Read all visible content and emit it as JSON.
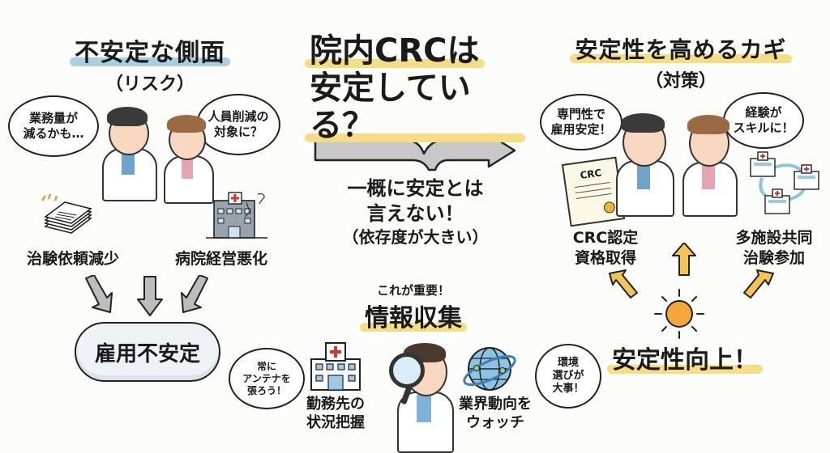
{
  "left": {
    "title": "不安定な側面",
    "subtitle": "（リスク）",
    "bubble_left": [
      "業務量が",
      "減るかも…"
    ],
    "bubble_right": [
      "人員削減の",
      "対象に？"
    ],
    "factor_1": "治験依頼減少",
    "factor_2": "病院経営悪化",
    "result": "雇用不安定",
    "underline_color": "#a9cfe0"
  },
  "center": {
    "main_title_line1": "院内CRCは",
    "main_title_line2": "安定している？",
    "answer_line1": "一概に安定とは",
    "answer_line2": "言えない！",
    "answer_line3": "（依存度が大きい）",
    "important_label": "これが重要！",
    "info_title": "情報収集",
    "bubble_left": [
      "常に",
      "アンテナを",
      "張ろう！"
    ],
    "bubble_right": [
      "環境",
      "選びが",
      "大事！"
    ],
    "info_item_1": [
      "勤務先の",
      "状況把握"
    ],
    "info_item_2": [
      "業界動向を",
      "ウォッチ"
    ],
    "highlight_color": "#f6dc85",
    "arrow_color": "#c8c8c8"
  },
  "right": {
    "title": "安定性を高めるカギ",
    "subtitle": "（対策）",
    "bubble_left": [
      "専門性で",
      "雇用安定！"
    ],
    "bubble_right": [
      "経験が",
      "スキルに！"
    ],
    "certificate_text": "CRC",
    "measure_1": [
      "CRC認定",
      "資格取得"
    ],
    "measure_2": [
      "多施設共同",
      "治験参加"
    ],
    "result": "安定性向上！",
    "arrow_color": "#f4c457",
    "sun_color": "#f5a63b"
  }
}
